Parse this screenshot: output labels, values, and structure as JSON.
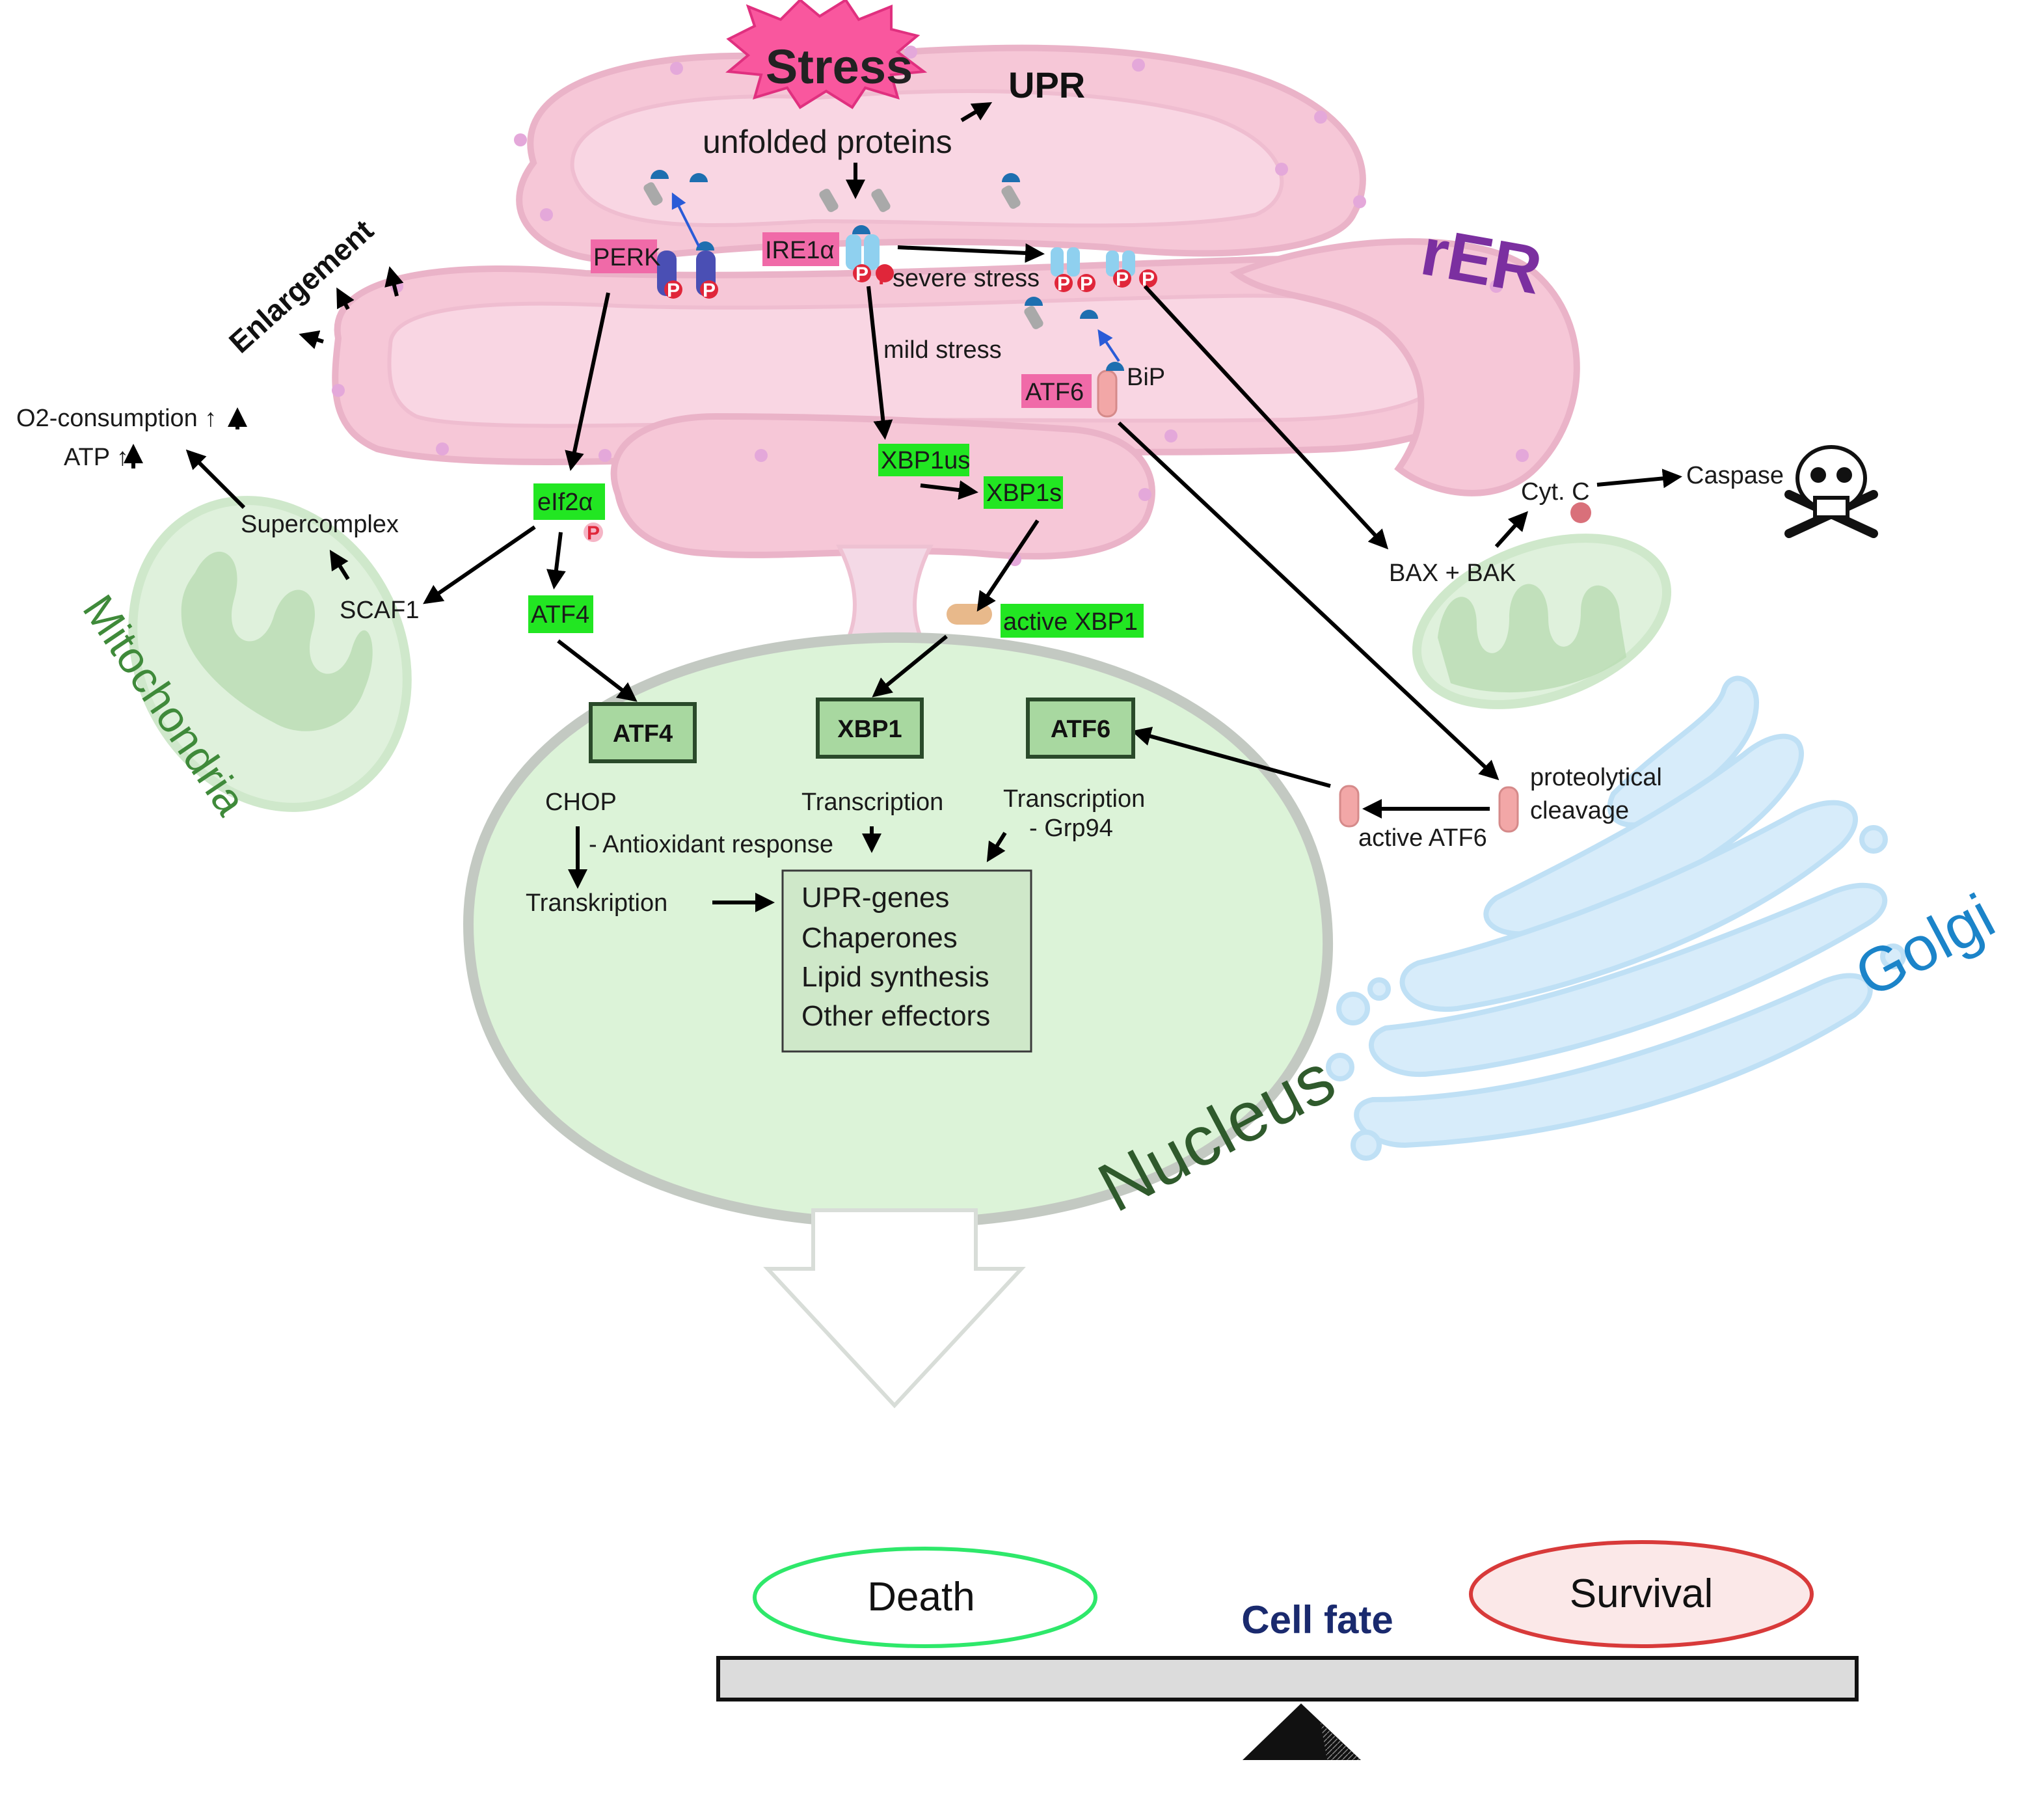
{
  "labels": {
    "stress": "Stress",
    "upr": "UPR",
    "unfolded_proteins": "unfolded proteins",
    "rer": "rER",
    "perk": "PERK",
    "ire1a": "IRE1α",
    "atf6_er": "ATF6",
    "bip": "BiP",
    "severe_stress": "severe stress",
    "mild_stress": "mild stress",
    "phospho": "P",
    "xbp1us": "XBP1us",
    "xbp1s": "XBP1s",
    "eif2a": "eIf2α",
    "atf4_cyto": "ATF4",
    "active_xbp1": "active XBP1",
    "enlargement": "Enlargement",
    "o2_consumption": "O2-consumption ↑",
    "atp": "ATP ↑",
    "supercomplex": "Supercomplex",
    "scaf1": "SCAF1",
    "mitochondria": "Mitochondria",
    "bax_bak": "BAX + BAK",
    "cyt_c": "Cyt. C",
    "caspase": "Caspase",
    "proteolytical": "proteolytical",
    "cleavage": "cleavage",
    "active_atf6": "active ATF6",
    "golgi": "Golgi",
    "nucleus": "Nucleus",
    "atf4_box": "ATF4",
    "xbp1_box": "XBP1",
    "atf6_box": "ATF6",
    "chop": "CHOP",
    "antioxidant": "- Antioxidant response",
    "transkription": "Transkription",
    "transcription_xbp1": "Transcription",
    "transcription_atf6": "Transcription",
    "grp94": "- Grp94"
  },
  "effectors": [
    "UPR-genes",
    "Chaperones",
    "Lipid synthesis",
    "Other effectors"
  ],
  "cell_fate": {
    "title": "Cell fate",
    "death": "Death",
    "survival": "Survival"
  },
  "colors": {
    "er_pink": "#f6c7d7",
    "stress_pink": "#f9579e",
    "highlight_green": "#22e622",
    "highlight_pink": "#f06aa8",
    "nucleus_green": "#dcf3d8",
    "golgi_blue": "#d7ecfa",
    "rer_purple": "#7b2fa0",
    "golgi_text_blue": "#1b84c9",
    "nucleus_text_green": "#2f5a2c",
    "cell_fate_navy": "#1a2a6e"
  }
}
